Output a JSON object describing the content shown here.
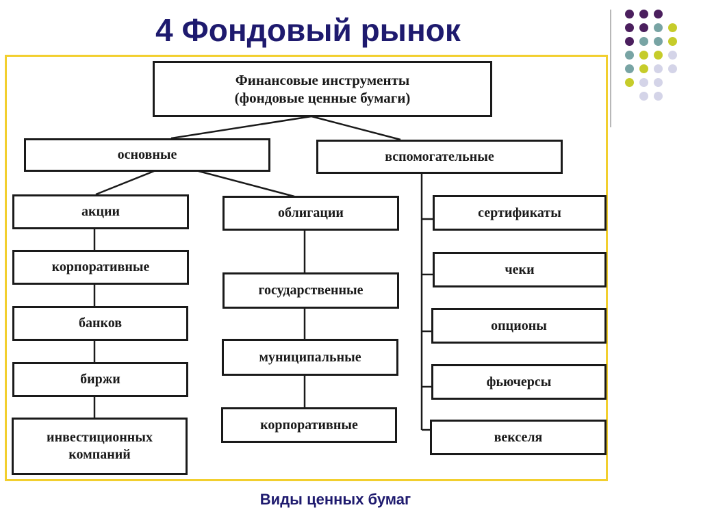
{
  "slide": {
    "title": "4 Фондовый рынок",
    "caption": "Виды ценных бумаг"
  },
  "diagram": {
    "root": {
      "line1": "Финансовые инструменты",
      "line2": "(фондовые ценные бумаги)"
    },
    "main": "основные",
    "auxiliary": "вспомогательные",
    "shares": {
      "label": "акции",
      "items": [
        "корпоративные",
        "банков",
        "биржи"
      ],
      "last_line1": "инвестиционных",
      "last_line2": "компаний"
    },
    "bonds": {
      "label": "облигации",
      "items": [
        "государственные",
        "муниципальные",
        "корпоративные"
      ]
    },
    "aux_items": [
      "сертификаты",
      "чеки",
      "опционы",
      "фьючерсы",
      "векселя"
    ]
  },
  "colors": {
    "title": "#1e1a6e",
    "frame_border": "#f2cf2e",
    "dot_purple": "#4b1f5e",
    "dot_teal": "#78a4a4",
    "dot_lime": "#c6cc2a",
    "dot_lavender": "#d4d4e8"
  }
}
